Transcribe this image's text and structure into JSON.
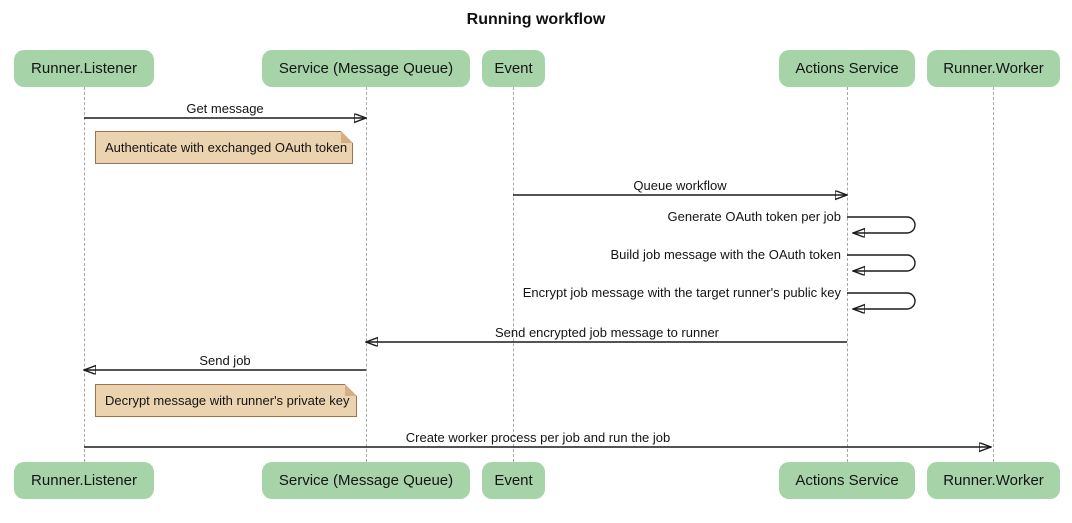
{
  "title": "Running workflow",
  "diagram_type": "sequence",
  "colors": {
    "actor_fill": "#a6d3a8",
    "note_fill": "#ecd3b0",
    "note_border": "#9a7451",
    "lifeline": "#a8a8a8",
    "arrow": "#1b1b1b",
    "background": "#ffffff"
  },
  "participants": [
    {
      "id": "runner-listener",
      "label": "Runner.Listener"
    },
    {
      "id": "service-message-queue",
      "label": "Service (Message Queue)"
    },
    {
      "id": "event",
      "label": "Event"
    },
    {
      "id": "actions-service",
      "label": "Actions Service"
    },
    {
      "id": "runner-worker",
      "label": "Runner.Worker"
    }
  ],
  "messages": [
    {
      "type": "arrow",
      "from": "Runner.Listener",
      "to": "Service (Message Queue)",
      "direction": "right",
      "label": "Get message"
    },
    {
      "type": "note",
      "over": "Runner.Listener",
      "label": "Authenticate with exchanged OAuth token"
    },
    {
      "type": "arrow",
      "from": "Event",
      "to": "Actions Service",
      "direction": "right",
      "label": "Queue workflow"
    },
    {
      "type": "self",
      "on": "Actions Service",
      "label": "Generate OAuth token per job"
    },
    {
      "type": "self",
      "on": "Actions Service",
      "label": "Build job message with the OAuth token"
    },
    {
      "type": "self",
      "on": "Actions Service",
      "label": "Encrypt job message with the target runner's public key"
    },
    {
      "type": "arrow",
      "from": "Actions Service",
      "to": "Service (Message Queue)",
      "direction": "left",
      "label": "Send encrypted job message to runner"
    },
    {
      "type": "arrow",
      "from": "Service (Message Queue)",
      "to": "Runner.Listener",
      "direction": "left",
      "label": "Send job"
    },
    {
      "type": "note",
      "over": "Runner.Listener",
      "label": "Decrypt message with runner's private key"
    },
    {
      "type": "arrow",
      "from": "Runner.Listener",
      "to": "Runner.Worker",
      "direction": "right",
      "label": "Create worker process per job and run the job"
    }
  ]
}
